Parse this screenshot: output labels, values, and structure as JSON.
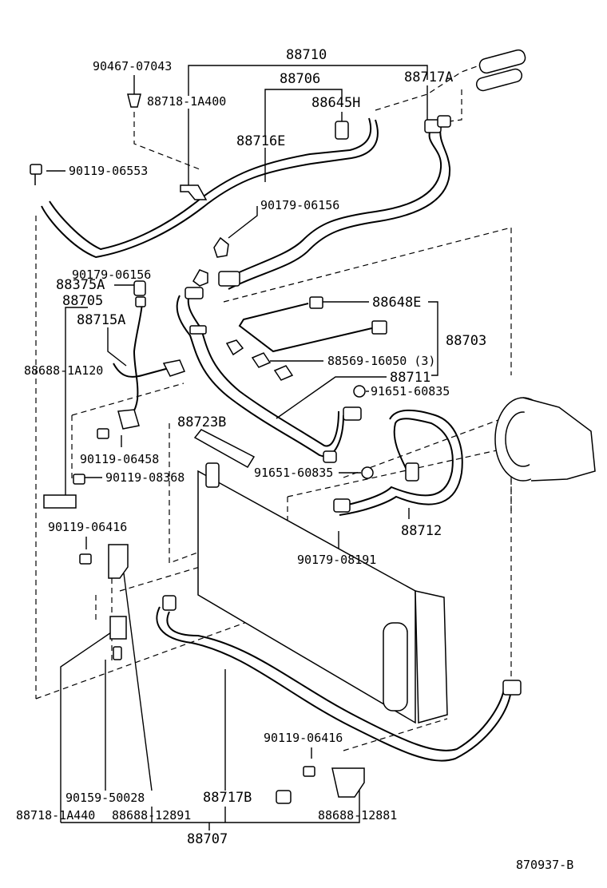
{
  "labels": {
    "p88710": "88710",
    "p90467_07043": "90467-07043",
    "p88706": "88706",
    "p88717A": "88717A",
    "p88718_1A400": "88718-1A400",
    "p88645H": "88645H",
    "p88716E": "88716E",
    "p90119_06553": "90119-06553",
    "p90179_06156_a": "90179-06156",
    "p90179_06156_b": "90179-06156",
    "p88375A": "88375A",
    "p88705": "88705",
    "p88715A": "88715A",
    "p88648E": "88648E",
    "p88703": "88703",
    "p88569_16050": "88569-16050 (3)",
    "p88688_1A120": "88688-1A120",
    "p88711": "88711",
    "p91651_60835_a": "91651-60835",
    "p88723B": "88723B",
    "p90119_06458": "90119-06458",
    "p90119_08368": "90119-08368",
    "p91651_60835_b": "91651-60835",
    "p90119_06416_a": "90119-06416",
    "p88712": "88712",
    "p90179_08191": "90179-08191",
    "p90119_06416_b": "90119-06416",
    "p90159_50028": "90159-50028",
    "p88717B": "88717B",
    "p88718_1A440": "88718-1A440",
    "p88688_12891": "88688-12891",
    "p88688_12881": "88688-12881",
    "p88707": "88707",
    "p870937B": "870937-B"
  }
}
